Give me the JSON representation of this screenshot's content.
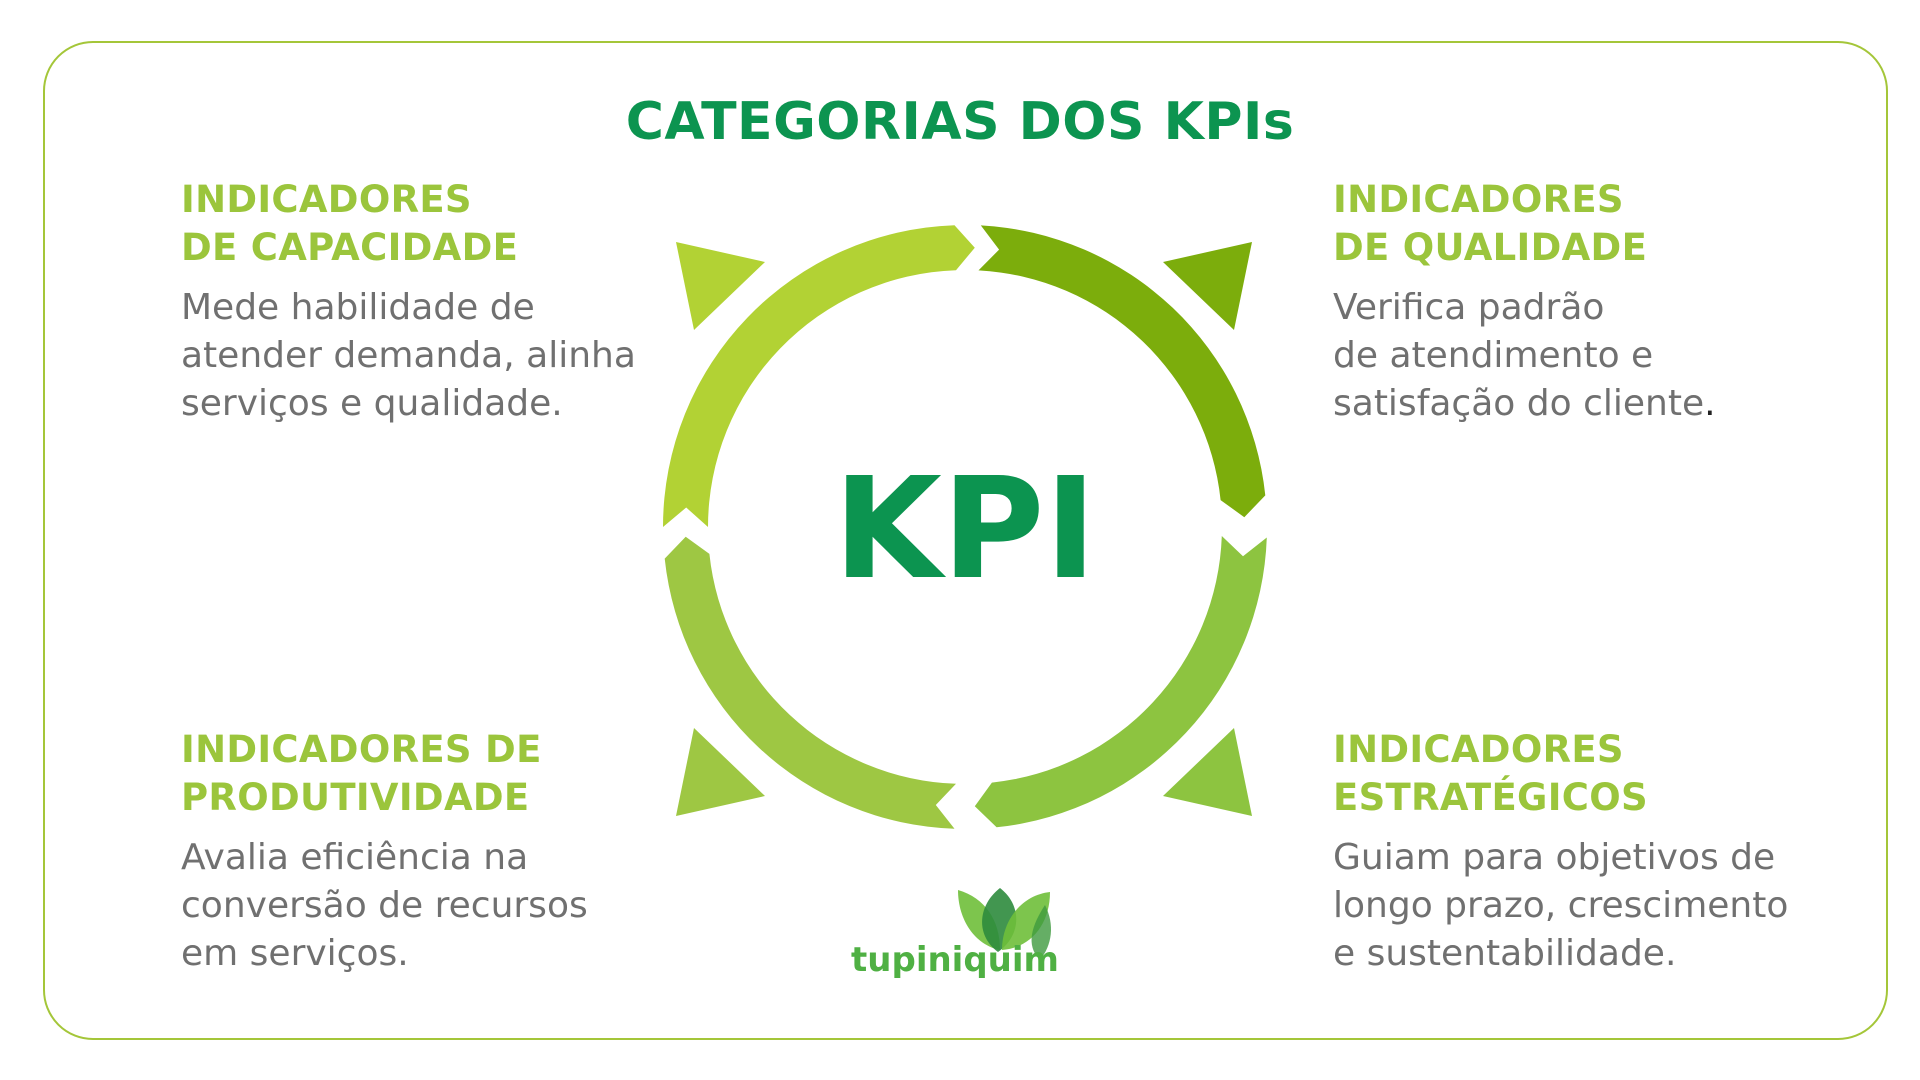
{
  "title": "CATEGORIAS DOS KPIs",
  "center": {
    "label": "KPI"
  },
  "logo": {
    "text": "tupiniquim"
  },
  "colors": {
    "title": "#0c9450",
    "heading": "#9bc53c",
    "description": "#707070",
    "border": "#a4c639",
    "arc_top_left": "#b2d234",
    "arc_top_right": "#7cad0c",
    "arc_bottom_right": "#8dc440",
    "arc_bottom_left": "#9ec743",
    "logo_leaf_light": "#6fbf3a",
    "logo_leaf_dark": "#2e8b3d"
  },
  "categories": [
    {
      "heading_lines": [
        "INDICADORES",
        "DE CAPACIDADE"
      ],
      "description_lines": [
        "Mede habilidade de",
        "atender demanda, alinha",
        "serviços e qualidade."
      ]
    },
    {
      "heading_lines": [
        "INDICADORES",
        "DE QUALIDADE"
      ],
      "description_lines": [
        "Verifica padrão",
        "de atendimento e",
        "satisfação do cliente",
        "."
      ]
    },
    {
      "heading_lines": [
        "INDICADORES DE",
        "PRODUTIVIDADE"
      ],
      "description_lines": [
        "Avalia eficiência na",
        "conversão de recursos",
        "em serviços."
      ]
    },
    {
      "heading_lines": [
        "INDICADORES",
        "ESTRATÉGICOS"
      ],
      "description_lines": [
        "Guiam para objetivos de",
        "longo prazo, crescimento",
        "e sustentabilidade."
      ]
    }
  ]
}
